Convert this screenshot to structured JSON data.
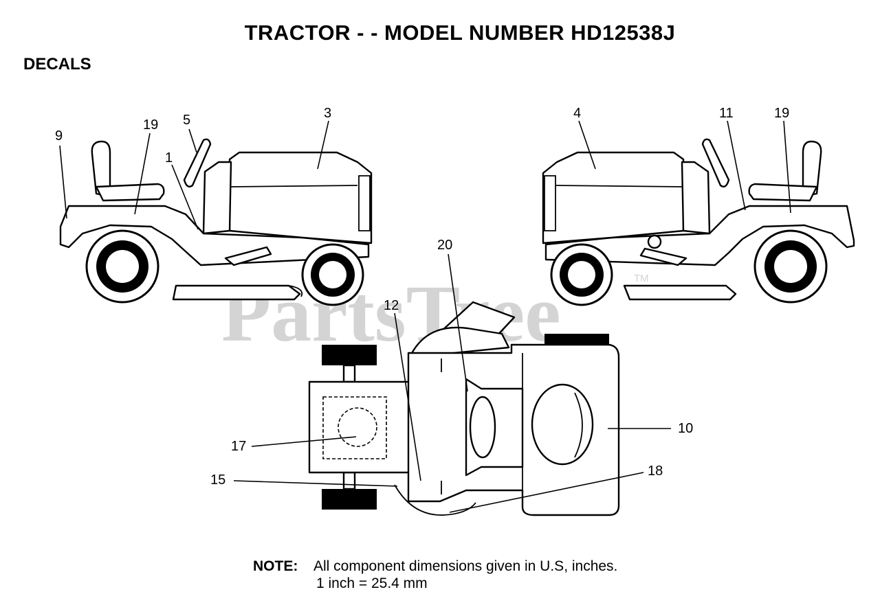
{
  "header": {
    "title": "TRACTOR - - MODEL NUMBER HD12538J",
    "section": "DECALS"
  },
  "watermark": {
    "text": "PartsTree",
    "tm": "TM"
  },
  "callouts": {
    "c9": "9",
    "c19_left": "19",
    "c5": "5",
    "c1": "1",
    "c3": "3",
    "c4": "4",
    "c11": "11",
    "c19_right": "19",
    "c20": "20",
    "c12": "12",
    "c17": "17",
    "c15": "15",
    "c10": "10",
    "c18": "18"
  },
  "note": {
    "label": "NOTE:",
    "line1": "All component dimensions given in U.S, inches.",
    "line2": "1 inch = 25.4 mm"
  }
}
